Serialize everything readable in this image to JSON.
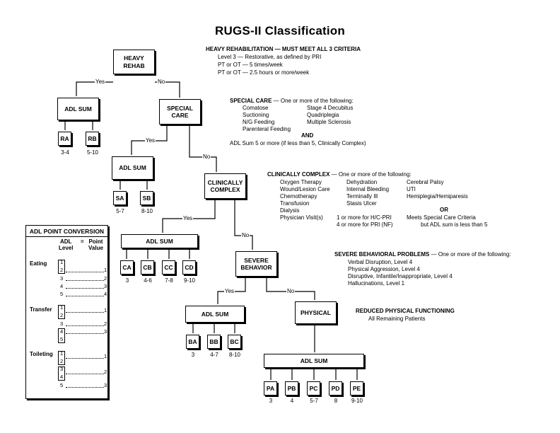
{
  "title": "RUGS-II Classification",
  "nodes": {
    "heavy_rehab": "HEAVY REHAB",
    "adl_sum": "ADL SUM",
    "special_care": "SPECIAL CARE",
    "clinically_complex": "CLINICALLY COMPLEX",
    "severe_behavior": "SEVERE BEHAVIOR",
    "physical": "PHYSICAL"
  },
  "edges": {
    "yes": "Yes",
    "no": "No"
  },
  "groups": {
    "RA": {
      "label": "RA",
      "range": "3-4"
    },
    "RB": {
      "label": "RB",
      "range": "5-10"
    },
    "SA": {
      "label": "SA",
      "range": "5-7"
    },
    "SB": {
      "label": "SB",
      "range": "8-10"
    },
    "CA": {
      "label": "CA",
      "range": "3"
    },
    "CB": {
      "label": "CB",
      "range": "4-6"
    },
    "CC": {
      "label": "CC",
      "range": "7-8"
    },
    "CD": {
      "label": "CD",
      "range": "9-10"
    },
    "BA": {
      "label": "BA",
      "range": "3"
    },
    "BB": {
      "label": "BB",
      "range": "4-7"
    },
    "BC": {
      "label": "BC",
      "range": "8-10"
    },
    "PA": {
      "label": "PA",
      "range": "3"
    },
    "PB": {
      "label": "PB",
      "range": "4"
    },
    "PC": {
      "label": "PC",
      "range": "5-7"
    },
    "PD": {
      "label": "PD",
      "range": "8"
    },
    "PE": {
      "label": "PE",
      "range": "9-10"
    }
  },
  "criteria": {
    "heavy_rehab": {
      "heading": "HEAVY REHABILITATION — MUST MEET ALL 3 CRITERIA",
      "lines": [
        "Level 3 — Restorative, as defined by PRI",
        "PT or OT — 5 times/week",
        "PT or OT — 2.5 hours or more/week"
      ]
    },
    "special_care": {
      "heading": "SPECIAL CARE",
      "heading_rest": " — One or more of the following:",
      "col1": [
        "Comatose",
        "Suctioning",
        "N/G Feeding",
        "Parenteral Feeding"
      ],
      "col2": [
        "Stage 4 Decubitus",
        "Quadriplegia",
        "Multiple Sclerosis"
      ],
      "and": "AND",
      "adl": "ADL Sum 5 or more (if less than 5, Clinically Complex)"
    },
    "clinically_complex": {
      "heading": "CLINICALLY COMPLEX",
      "heading_rest": " — One or more of the following:",
      "col1": [
        "Oxygen Therapy",
        "Wound/Lesion Care",
        "Chemotherapy",
        "Transfusion",
        "Dialysis",
        "Physician Visit(s)"
      ],
      "col2": [
        "Dehydration",
        "Internal Bleeding",
        "Terminally Ill",
        "Stasis Ulcer"
      ],
      "col3": [
        "Cerebral Palsy",
        "UTI",
        "Hemiplegia/Hemiparesis"
      ],
      "visits_1": "1 or more for H/C-PRI",
      "visits_2": "4 or more for PRI (NF)",
      "or": "OR",
      "or_1": "Meets Special Care Criteria",
      "or_2": "but ADL sum is less than 5"
    },
    "severe_behavior": {
      "heading": "SEVERE BEHAVIORAL PROBLEMS",
      "heading_rest": " — One or more of the following:",
      "lines": [
        "Verbal Disruption, Level 4",
        "Physical Aggression, Level 4",
        "Disruptive, Infantile/Inappropriate, Level 4",
        "Hallucinations, Level 1"
      ]
    },
    "physical": {
      "heading": "REDUCED PHYSICAL FUNCTIONING",
      "lines": [
        "All Remaining Patients"
      ]
    }
  },
  "conversion": {
    "title": "ADL POINT CONVERSION",
    "col_adl": "ADL",
    "col_level": "Level",
    "eq": "=",
    "col_point": "Point",
    "col_value": "Value",
    "eating": {
      "name": "Eating",
      "levels": [
        "1",
        "2",
        "3",
        "4",
        "5"
      ],
      "values": [
        "1",
        "2",
        "3",
        "4"
      ]
    },
    "transfer": {
      "name": "Transfer",
      "levels": [
        "1",
        "2",
        "3",
        "4",
        "5"
      ],
      "values": [
        "1",
        "2",
        "3"
      ]
    },
    "toileting": {
      "name": "Toileting",
      "levels": [
        "1",
        "2",
        "3",
        "4",
        "5"
      ],
      "values": [
        "1",
        "2",
        "3"
      ]
    }
  }
}
